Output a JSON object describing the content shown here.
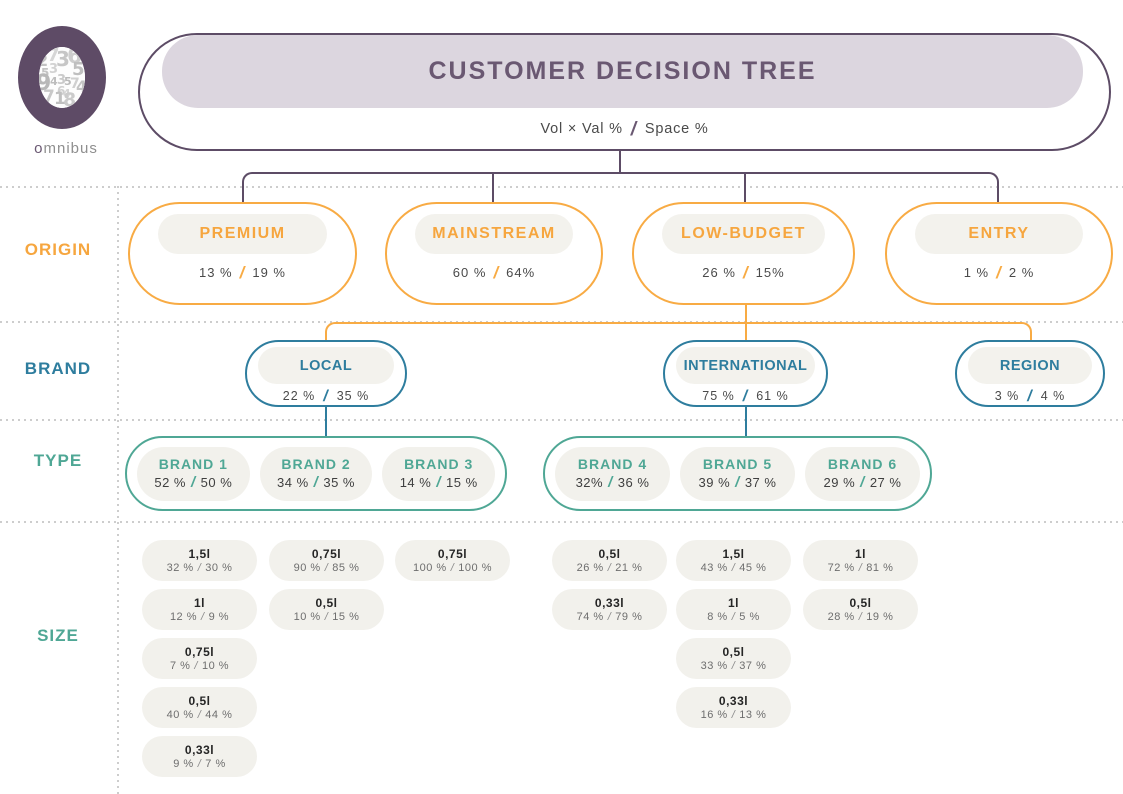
{
  "symbols": {
    "slash": "/"
  },
  "logo": {
    "digits": [
      "2",
      "7",
      "3",
      "6",
      "5",
      "3",
      "5",
      "9",
      "4",
      "3",
      "5",
      "7",
      "4",
      "6",
      "4",
      "7",
      "1",
      "8"
    ],
    "wordmark_first": "o",
    "wordmark_rest": "mnibus"
  },
  "header": {
    "title": "CUSTOMER DECISION TREE",
    "legend_left": "Vol × Val %",
    "legend_right": "Space %"
  },
  "rows": {
    "origin": "ORIGIN",
    "brand": "BRAND",
    "type": "TYPE",
    "size": "SIZE"
  },
  "origin_nodes": [
    {
      "name": "PREMIUM",
      "vol": "13 %",
      "space": "19 %"
    },
    {
      "name": "MAINSTREAM",
      "vol": "60 %",
      "space": "64%"
    },
    {
      "name": "LOW-BUDGET",
      "vol": "26 %",
      "space": "15%"
    },
    {
      "name": "ENTRY",
      "vol": "1 %",
      "space": "2 %"
    }
  ],
  "brand_nodes": [
    {
      "name": "LOCAL",
      "vol": "22 %",
      "space": "35 %"
    },
    {
      "name": "INTERNATIONAL",
      "vol": "75 %",
      "space": "61 %"
    },
    {
      "name": "REGION",
      "vol": "3 %",
      "space": "4 %"
    }
  ],
  "type_groups": [
    {
      "nodes": [
        {
          "name": "BRAND 1",
          "vol": "52 %",
          "space": "50 %"
        },
        {
          "name": "BRAND 2",
          "vol": "34 %",
          "space": "35 %"
        },
        {
          "name": "BRAND 3",
          "vol": "14 %",
          "space": "15 %"
        }
      ]
    },
    {
      "nodes": [
        {
          "name": "BRAND 4",
          "vol": "32%",
          "space": "36 %"
        },
        {
          "name": "BRAND 5",
          "vol": "39 %",
          "space": "37 %"
        },
        {
          "name": "BRAND 6",
          "vol": "29 %",
          "space": "27 %"
        }
      ]
    }
  ],
  "size_columns": [
    {
      "pills": [
        {
          "size": "1,5l",
          "vol": "32 %",
          "space": "30 %"
        },
        {
          "size": "1l",
          "vol": "12 %",
          "space": "9 %"
        },
        {
          "size": "0,75l",
          "vol": "7 %",
          "space": "10 %"
        },
        {
          "size": "0,5l",
          "vol": "40 %",
          "space": "44 %"
        },
        {
          "size": "0,33l",
          "vol": "9 %",
          "space": "7 %"
        }
      ]
    },
    {
      "pills": [
        {
          "size": "0,75l",
          "vol": "90 %",
          "space": "85 %"
        },
        {
          "size": "0,5l",
          "vol": "10 %",
          "space": "15 %"
        }
      ]
    },
    {
      "pills": [
        {
          "size": "0,75l",
          "vol": "100 %",
          "space": "100 %"
        }
      ]
    },
    {
      "pills": [
        {
          "size": "0,5l",
          "vol": "26 %",
          "space": "21 %"
        },
        {
          "size": "0,33l",
          "vol": "74 %",
          "space": "79 %"
        }
      ]
    },
    {
      "pills": [
        {
          "size": "1,5l",
          "vol": "43 %",
          "space": "45 %"
        },
        {
          "size": "1l",
          "vol": "8 %",
          "space": "5 %"
        },
        {
          "size": "0,5l",
          "vol": "33 %",
          "space": "37 %"
        },
        {
          "size": "0,33l",
          "vol": "16 %",
          "space": "13 %"
        }
      ]
    },
    {
      "pills": [
        {
          "size": "1l",
          "vol": "72 %",
          "space": "81 %"
        },
        {
          "size": "0,5l",
          "vol": "28 %",
          "space": "19 %"
        }
      ]
    }
  ],
  "colors": {
    "purple": "#5d4c66",
    "lavender": "#dcd6df",
    "orange": "#f8ab44",
    "teal": "#2e7d9e",
    "teal_green": "#4fa795",
    "pill_gray": "#f2f1ec"
  }
}
